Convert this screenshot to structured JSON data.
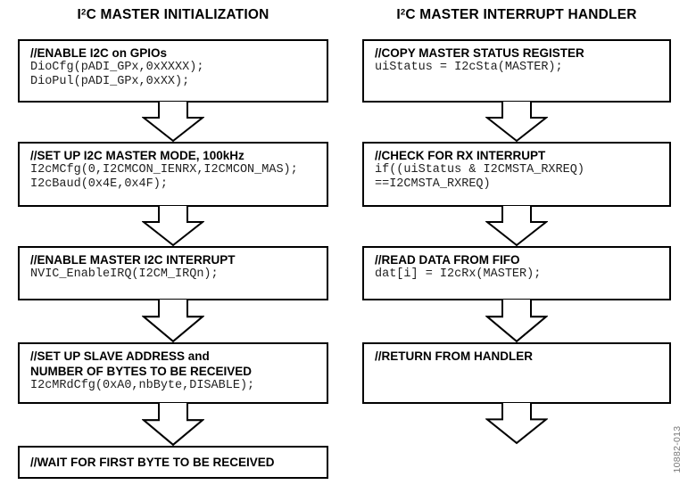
{
  "diagram": {
    "figure_number": "10882-013",
    "colors": {
      "line": "#000000",
      "code_text": "#1f1f1f",
      "watermark": "#7a7a7a",
      "background": "#ffffff"
    },
    "left": {
      "title_prefix": "I",
      "title_sup": "2",
      "title_rest": "C MASTER INITIALIZATION",
      "boxes": [
        {
          "comment_lines": [
            "//ENABLE I2C on GPIOs"
          ],
          "code_lines": [
            "DioCfg(pADI_GPx,0xXXXX);",
            "DioPul(pADI_GPx,0xXX);"
          ]
        },
        {
          "comment_lines": [
            "//SET UP I2C MASTER MODE, 100kHz"
          ],
          "code_lines": [
            "I2cMCfg(0,I2CMCON_IENRX,I2CMCON_MAS);",
            "I2cBaud(0x4E,0x4F);"
          ]
        },
        {
          "comment_lines": [
            "//ENABLE MASTER I2C INTERRUPT"
          ],
          "code_lines": [
            "NVIC_EnableIRQ(I2CM_IRQn);"
          ]
        },
        {
          "comment_lines": [
            "//SET UP SLAVE ADDRESS and",
            "NUMBER OF BYTES TO BE RECEIVED"
          ],
          "code_lines": [
            "I2cMRdCfg(0xA0,nbByte,DISABLE);"
          ]
        },
        {
          "comment_lines": [
            "//WAIT FOR FIRST BYTE TO BE RECEIVED"
          ],
          "code_lines": []
        }
      ]
    },
    "right": {
      "title_prefix": "I",
      "title_sup": "2",
      "title_rest": "C MASTER INTERRUPT HANDLER",
      "boxes": [
        {
          "comment_lines": [
            "//COPY MASTER STATUS REGISTER"
          ],
          "code_lines": [
            "uiStatus = I2cSta(MASTER);"
          ]
        },
        {
          "comment_lines": [
            "//CHECK FOR RX INTERRUPT"
          ],
          "code_lines": [
            "if((uiStatus & I2CMSTA_RXREQ)",
            "==I2CMSTA_RXREQ)"
          ]
        },
        {
          "comment_lines": [
            "//READ DATA FROM FIFO"
          ],
          "code_lines": [
            "dat[i] = I2cRx(MASTER);"
          ]
        },
        {
          "comment_lines": [
            "//RETURN FROM HANDLER"
          ],
          "code_lines": []
        }
      ]
    }
  }
}
